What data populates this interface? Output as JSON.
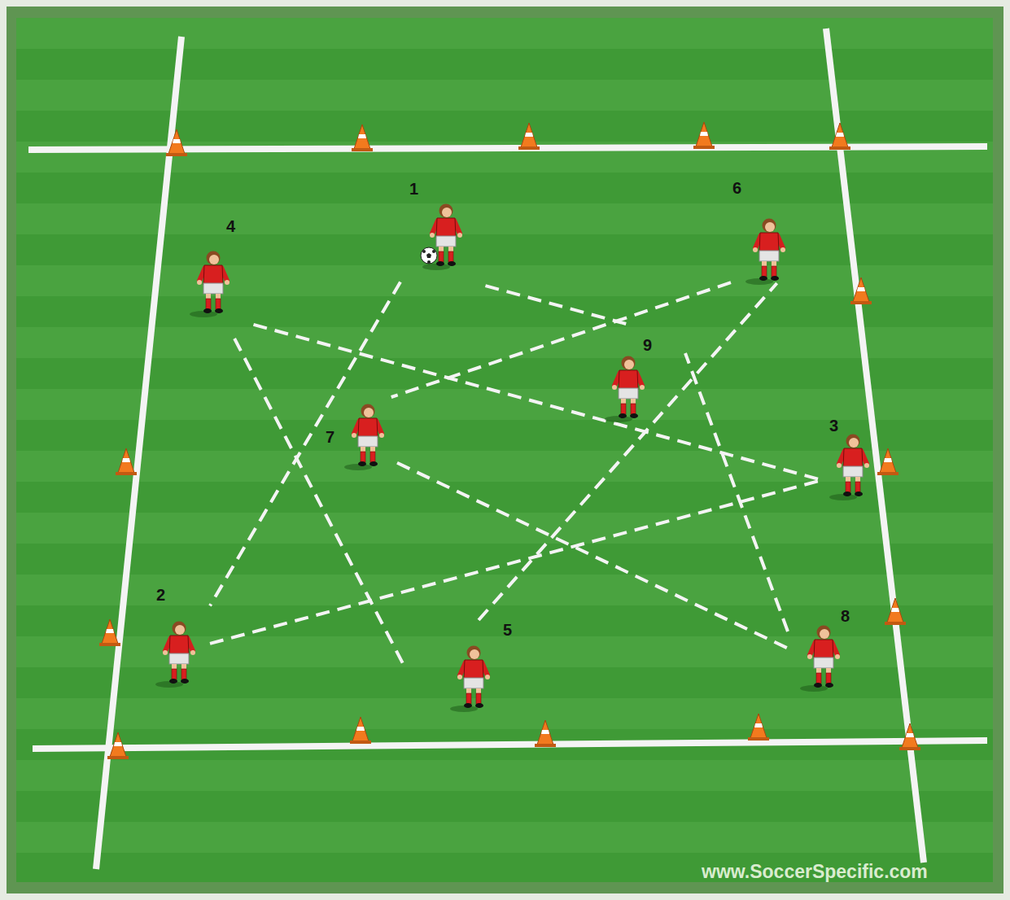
{
  "diagram": {
    "nodes": [
      {
        "text": [
          "1"
        ]
      },
      {
        "text": [
          "6"
        ]
      },
      {
        "text": [
          "4"
        ]
      },
      {
        "text": [
          "9"
        ]
      },
      {
        "text": [
          "3"
        ]
      },
      {
        "text": [
          "7"
        ]
      },
      {
        "text": [
          "2"
        ]
      },
      {
        "text": [
          "8"
        ]
      },
      {
        "text": [
          "5"
        ]
      }
    ],
    "edges": [
      {
        "from": 0,
        "to": 6,
        "arrow": "none"
      },
      {
        "from": 6,
        "to": 4,
        "arrow": "none"
      },
      {
        "from": 4,
        "to": 2,
        "arrow": "none"
      },
      {
        "from": 2,
        "to": 8,
        "arrow": "none"
      },
      {
        "from": 8,
        "to": 1,
        "arrow": "none"
      },
      {
        "from": 1,
        "to": 5,
        "arrow": "none"
      },
      {
        "from": 5,
        "to": 7,
        "arrow": "none"
      },
      {
        "from": 7,
        "to": 3,
        "arrow": "none"
      },
      {
        "from": 3,
        "to": 0,
        "arrow": "none"
      }
    ],
    "labels": [
      "www.SoccerSpecific.com"
    ]
  }
}
